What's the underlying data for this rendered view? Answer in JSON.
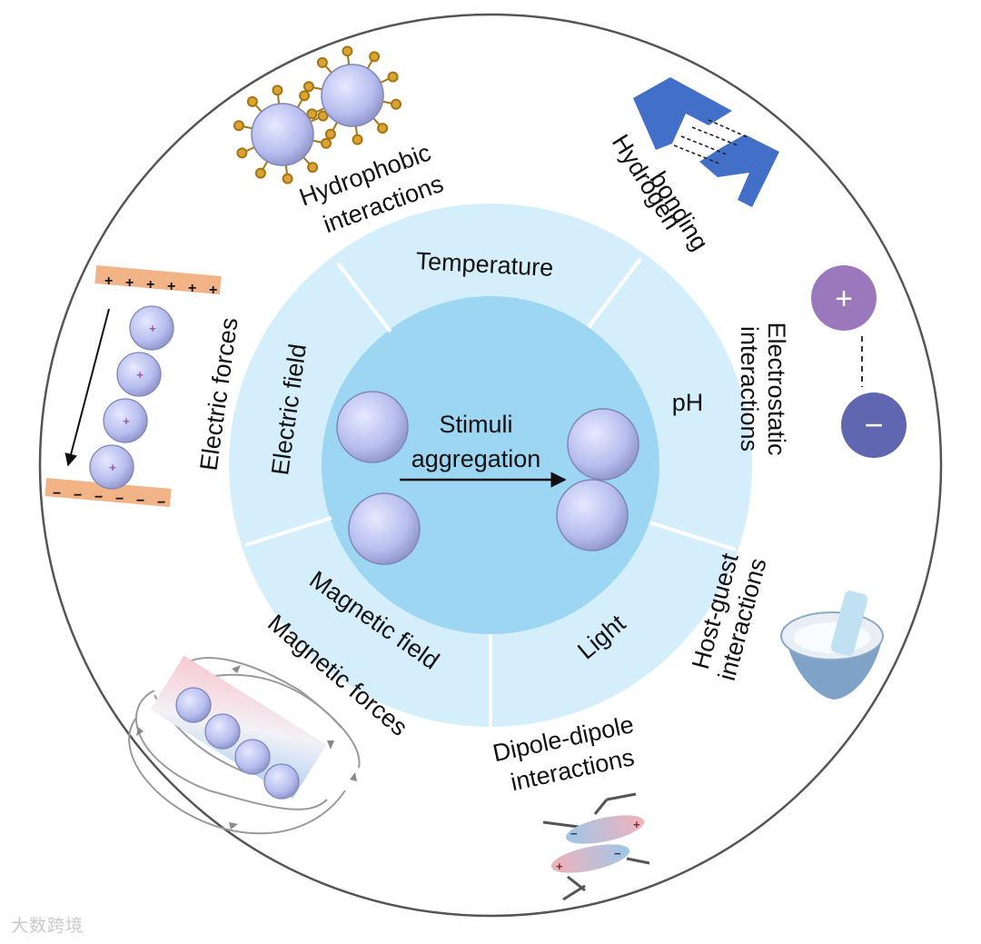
{
  "center": {
    "line1": "Stimuli",
    "line2": "aggregation"
  },
  "stimuli": {
    "temperature": "Temperature",
    "ph": "pH",
    "light": "Light",
    "magnetic_field": "Magnetic field",
    "electric_field": "Electric field"
  },
  "interactions": {
    "hydrophobic": [
      "Hydrophobic",
      "interactions"
    ],
    "hydrogen": [
      "Hydrogen",
      "bonding"
    ],
    "electrostatic": [
      "Electrostatic",
      "interactions"
    ],
    "host_guest": [
      "Host-guest",
      "interactions"
    ],
    "dipole": [
      "Dipole-dipole",
      "interactions"
    ],
    "magnetic_forces": "Magnetic forces",
    "electric_forces": "Electric forces"
  },
  "symbols": {
    "plus": "+",
    "minus": "−"
  },
  "watermark": "大数跨境",
  "colors": {
    "ring_outer": "#ffffff",
    "ring_middle": "#d4eefb",
    "ring_inner": "#9dd6f3",
    "particle": "#b9c0f0",
    "hydrophobic_tail": "#c8951e",
    "hydrogen_block": "#4270c8",
    "cation": "#9b78bb",
    "anion": "#6066b0",
    "electrode": "#f2b387"
  }
}
